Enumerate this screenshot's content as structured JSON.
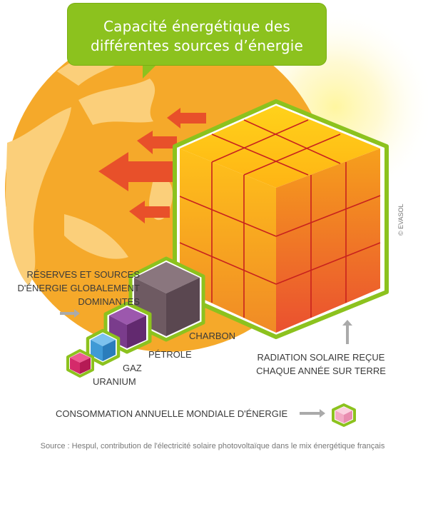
{
  "title": {
    "line1": "Capacité énergétique des",
    "line2": "différentes sources d’énergie"
  },
  "labels": {
    "reserves": [
      "RÉSERVES ET SOURCES",
      "D'ÉNERGIE GLOBALEMENT",
      "DOMINANTES"
    ],
    "charbon": "CHARBON",
    "petrole": "PÉTROLE",
    "gaz": "GAZ",
    "uranium": "URANIUM",
    "radiation": [
      "RADIATION SOLAIRE REÇUE",
      "CHAQUE ANNÉE SUR TERRE"
    ],
    "consommation": "CONSOMMATION ANNUELLE MONDIALE D'ÉNERGIE"
  },
  "copyright": "© EVASOL",
  "source": "Source  : Hespul, contribution de l'électricité solaire photovoltaïque dans le mix énergétique français",
  "colors": {
    "green": "#8cc21e",
    "arrow": "#e8502a",
    "earth": "#f5a92a",
    "charbon": "#6e5a62",
    "petrole": "#7a3c8c",
    "gaz": "#3f9ad6",
    "uranium": "#d42a6a",
    "consommation": "#f2a9c4"
  }
}
